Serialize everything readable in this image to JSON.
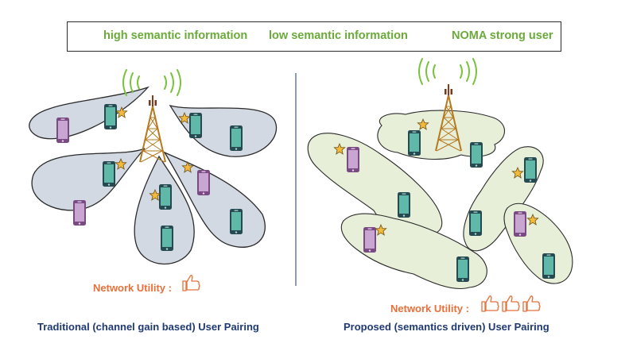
{
  "legend": {
    "high_label": "high semantic information",
    "low_label": "low semantic information",
    "strong_label": "NOMA strong user"
  },
  "left_panel": {
    "utility_label": "Network Utility :",
    "caption": "Traditional (channel gain based) User Pairing"
  },
  "right_panel": {
    "utility_label": "Network Utility :",
    "caption": "Proposed (semantics driven) User Pairing"
  },
  "colors": {
    "high_phone": "#c9a6d2",
    "low_phone": "#5fb8a8",
    "star": "#f3b93b",
    "legend_text": "#6aaa3a",
    "utility_text": "#e8703a",
    "caption_text": "#1f3a73"
  }
}
